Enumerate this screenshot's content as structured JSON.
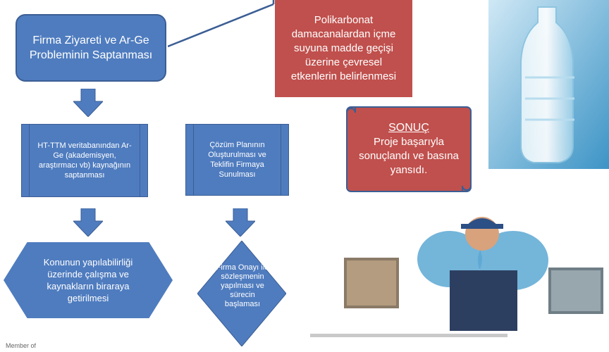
{
  "top_box": {
    "text": "Firma Ziyareti ve Ar-Ge Probleminin Saptanması"
  },
  "red_box": {
    "text": "Polikarbonat damacanalardan içme suyuna madde geçişi üzerine çevresel etkenlerin belirlenmesi"
  },
  "left_process": {
    "text": "HT-TTM veritabanından Ar-Ge (akademisyen, araştırmacı vb) kaynağının saptanması"
  },
  "mid_process": {
    "text": "Çözüm Planının Oluşturulması ve Teklifin Firmaya Sunulması"
  },
  "hexagon": {
    "text": "Konunun yapılabilirliği üzerinde çalışma ve kaynakların biraraya getirilmesi"
  },
  "diamond": {
    "text": "Firma Onayı ile sözleşmenin yapılması ve sürecin başlaması"
  },
  "result": {
    "title": "SONUÇ",
    "text": "Proje başarıyla sonuçlandı ve basına yansıdı."
  },
  "footer": {
    "member": "Member of"
  },
  "colors": {
    "blue": "#4f7cbf",
    "blue_border": "#3b5e94",
    "red": "#c0504d"
  }
}
